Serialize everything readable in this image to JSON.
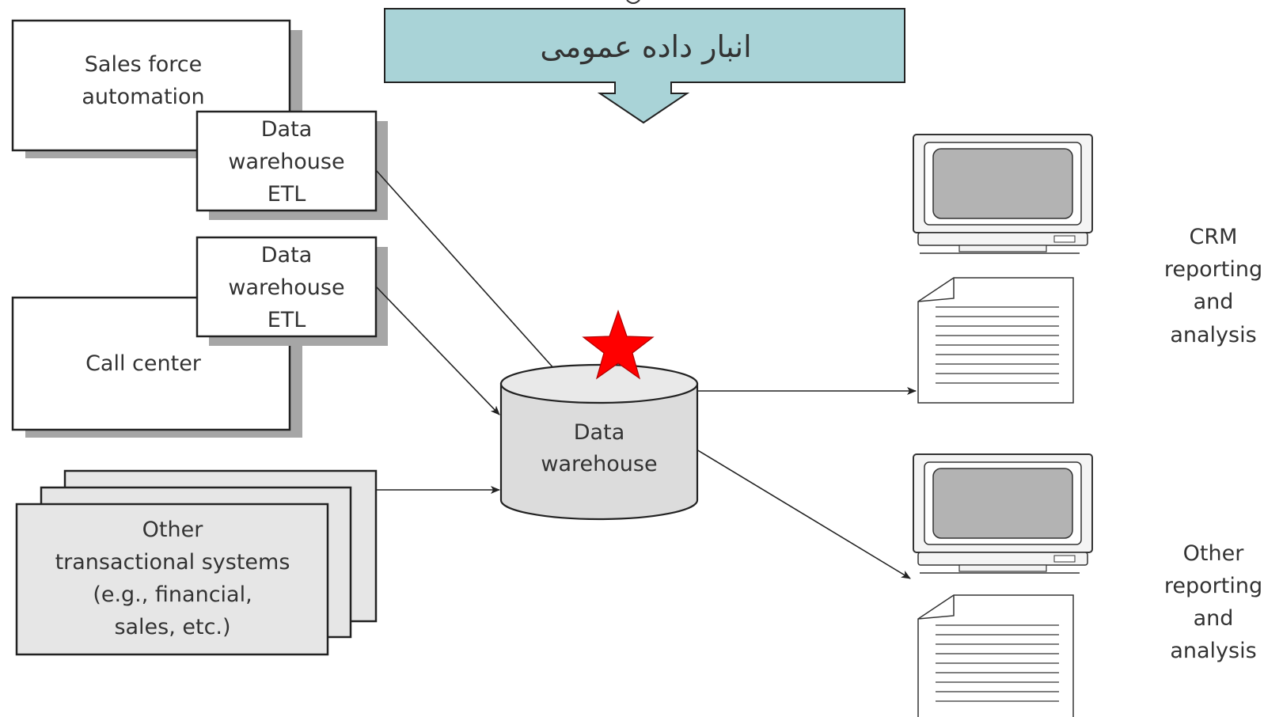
{
  "banner": {
    "title": "انبار داده عمومی"
  },
  "sources": {
    "sales_force": [
      "Sales force",
      "automation"
    ],
    "call_center": [
      "Call center"
    ],
    "other_transactional": [
      "Other",
      "transactional systems",
      "(e.g., financial,",
      "sales, etc.)"
    ]
  },
  "etl": [
    "Data",
    "warehouse",
    "ETL"
  ],
  "warehouse": [
    "Data",
    "warehouse"
  ],
  "outputs": {
    "crm": [
      "CRM",
      "reporting",
      "and",
      "analysis"
    ],
    "other": [
      "Other",
      "reporting",
      "and",
      "analysis"
    ]
  },
  "icons": {
    "star": "star-icon",
    "monitor": "computer-monitor-icon",
    "document": "report-document-icon"
  },
  "colors": {
    "banner_fill": "#a9d3d7",
    "star": "#ff0000",
    "warehouse_fill": "#dcdcdc",
    "shadow": "#a6a6a6",
    "stacked_fill": "#e6e6e6",
    "screen": "#b3b3b3"
  }
}
